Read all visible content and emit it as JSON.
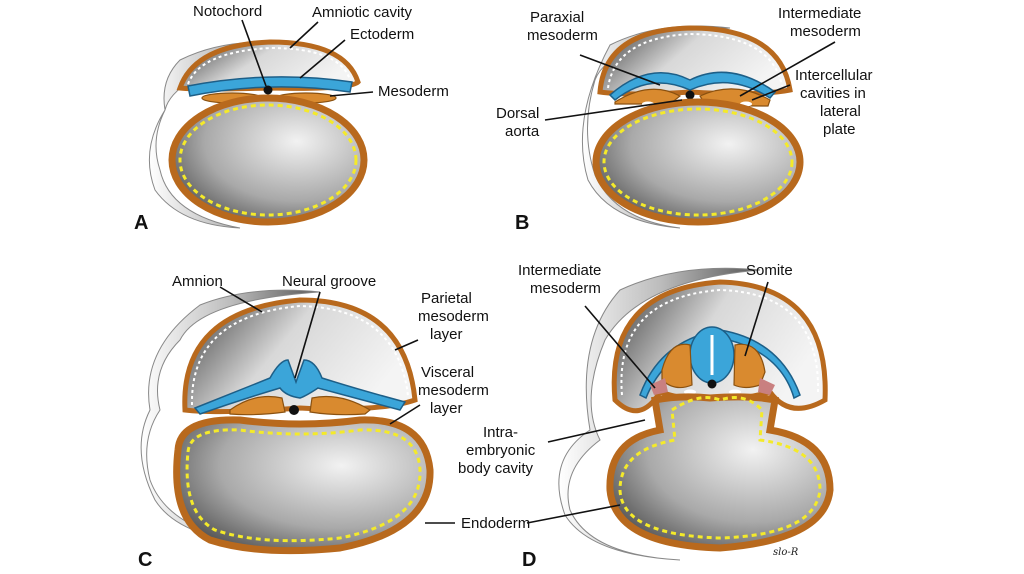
{
  "panels": {
    "a": {
      "letter": "A",
      "labels": {
        "notochord": "Notochord",
        "amniotic_cavity": "Amniotic cavity",
        "ectoderm": "Ectoderm",
        "mesoderm": "Mesoderm"
      }
    },
    "b": {
      "letter": "B",
      "labels": {
        "paraxial_mesoderm": [
          "Paraxial",
          "mesoderm"
        ],
        "intermediate_mesoderm": [
          "Intermediate",
          "mesoderm"
        ],
        "intercellular_cavities": [
          "Intercellular",
          "cavities in",
          "lateral",
          "plate"
        ],
        "dorsal_aorta": [
          "Dorsal",
          "aorta"
        ]
      }
    },
    "c": {
      "letter": "C",
      "labels": {
        "amnion": "Amnion",
        "neural_groove": "Neural groove",
        "parietal_mesoderm": [
          "Parietal",
          "mesoderm",
          "layer"
        ],
        "visceral_mesoderm": [
          "Visceral",
          "mesoderm",
          "layer"
        ]
      }
    },
    "d": {
      "letter": "D",
      "labels": {
        "intermediate_mesoderm": [
          "Intermediate",
          "mesoderm"
        ],
        "somite": "Somite",
        "intraembryonic_cavity": [
          "Intra-",
          "embryonic",
          "body cavity"
        ],
        "endoderm": "Endoderm"
      }
    }
  },
  "signature": "slo-R",
  "colors": {
    "ectoderm": "#3ba5d9",
    "mesoderm": "#d98a2f",
    "endoderm": "#f4ea2a",
    "wall": "#b8691d"
  }
}
